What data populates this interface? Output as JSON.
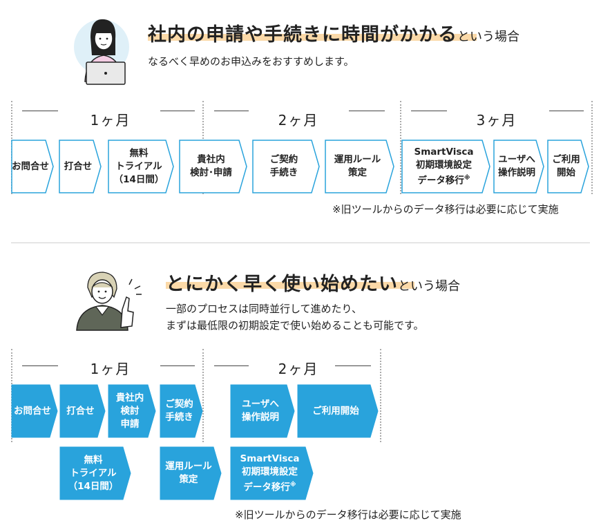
{
  "colors": {
    "accent": "#29a3dc",
    "highlight": "#fbd9a8"
  },
  "section1": {
    "title": "社内の申請や手続きに時間がかかる",
    "title_suffix": "という場合",
    "subtitle": "なるべく早めのお申込みをおすすめします。",
    "months": [
      "1ヶ月",
      "2ヶ月",
      "3ヶ月"
    ],
    "steps": [
      "お問合せ",
      "打合せ",
      "無料\nトライアル\n（14日間）",
      "貴社内\n検討･申請",
      "ご契約\n手続き",
      "運用ルール\n策定",
      "SmartVisca\n初期環境設定\nデータ移行※",
      "ユーザへ\n操作説明",
      "ご利用\n開始"
    ],
    "note": "※旧ツールからのデータ移行は必要に応じて実施"
  },
  "section2": {
    "title": "とにかく早く使い始めたい",
    "title_suffix": "という場合",
    "subtitle_lines": [
      "一部のプロセスは同時並行して進めたり、",
      "まずは最低限の初期設定で使い始めることも可能です。"
    ],
    "months": [
      "1ヶ月",
      "2ヶ月"
    ],
    "row1_steps": [
      "お問合せ",
      "打合せ",
      "貴社内\n検討\n申請",
      "ご契約\n手続き",
      "ユーザへ\n操作説明",
      "ご利用開始"
    ],
    "row2_steps": [
      "無料\nトライアル\n（14日間）",
      "運用ルール\n策定",
      "SmartVisca\n初期環境設定\nデータ移行※"
    ],
    "note": "※旧ツールからのデータ移行は必要に応じて実施"
  }
}
